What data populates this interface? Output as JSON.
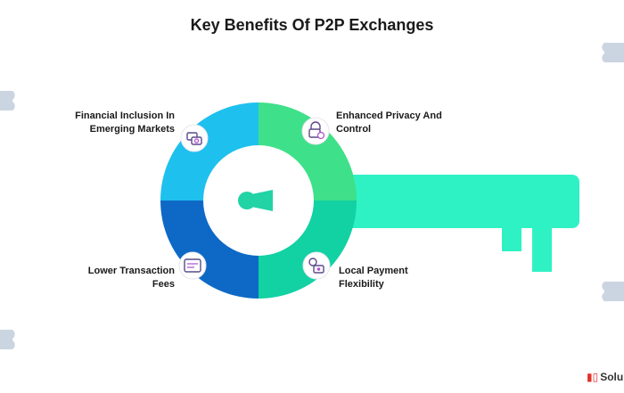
{
  "title": "Key Benefits Of P2P Exchanges",
  "segments": [
    {
      "label_line1": "Financial Inclusion In",
      "label_line2": "Emerging Markets",
      "icon": "money-exchange-icon",
      "color": "#1ec0ee"
    },
    {
      "label_line1": "Enhanced Privacy And",
      "label_line2": "Control",
      "icon": "padlock-shield-icon",
      "color": "#3fe08a"
    },
    {
      "label_line1": "Lower Transaction",
      "label_line2": "Fees",
      "icon": "fee-calculator-icon",
      "color": "#0e69c6"
    },
    {
      "label_line1": "Local Payment",
      "label_line2": "Flexibility",
      "icon": "local-payment-icon",
      "color": "#12d1a3"
    }
  ],
  "colors": {
    "key_shaft": "#2ef2c4",
    "keyhole": "#22d3a5",
    "tab_gray": "#cbd5e1"
  },
  "brand": {
    "mark": "▮▯",
    "text": "Solu"
  }
}
